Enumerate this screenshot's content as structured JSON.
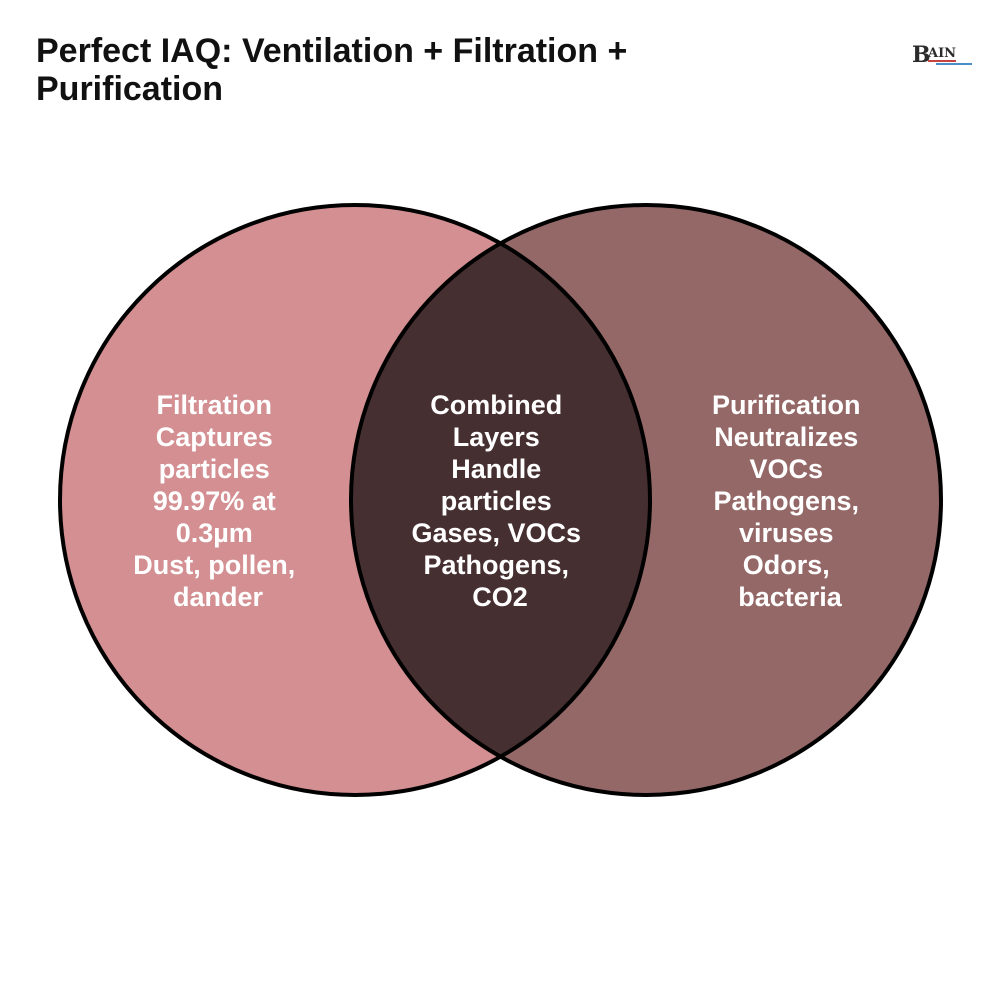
{
  "title": "Perfect IAQ: Ventilation + Filtration + Purification",
  "logo_text": "BAIN",
  "colors": {
    "left_circle": "#d38f91",
    "right_circle": "#956868",
    "overlap": "#462f31",
    "outline": "#000000",
    "text": "#ffffff"
  },
  "sets": {
    "left": {
      "lines": [
        "Filtration",
        "Captures",
        "particles",
        "99.97% at",
        "0.3µm",
        "Dust, pollen,",
        "dander"
      ]
    },
    "overlap": {
      "lines": [
        "Combined",
        "Layers",
        "Handle",
        "particles",
        "Gases, VOCs",
        "Pathogens,",
        "CO2"
      ]
    },
    "right": {
      "lines": [
        "Purification",
        "Neutralizes",
        "VOCs",
        "Pathogens,",
        "viruses",
        "Odors,",
        "bacteria"
      ]
    }
  }
}
